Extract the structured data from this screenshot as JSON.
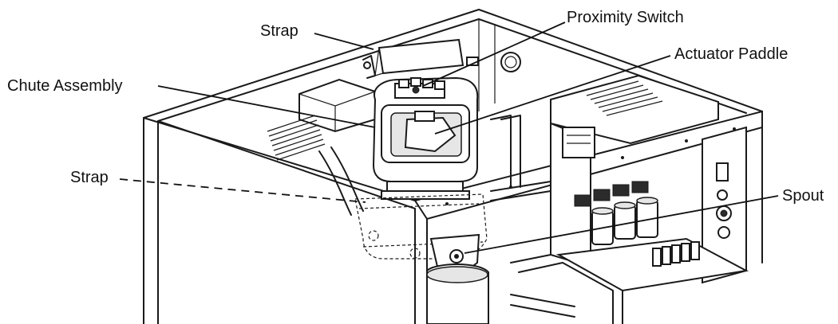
{
  "callouts": {
    "strap_top": "Strap",
    "proximity_switch": "Proximity Switch",
    "actuator_paddle": "Actuator Paddle",
    "chute_assembly": "Chute Assembly",
    "strap_lower": "Strap",
    "spout": "Spout"
  }
}
